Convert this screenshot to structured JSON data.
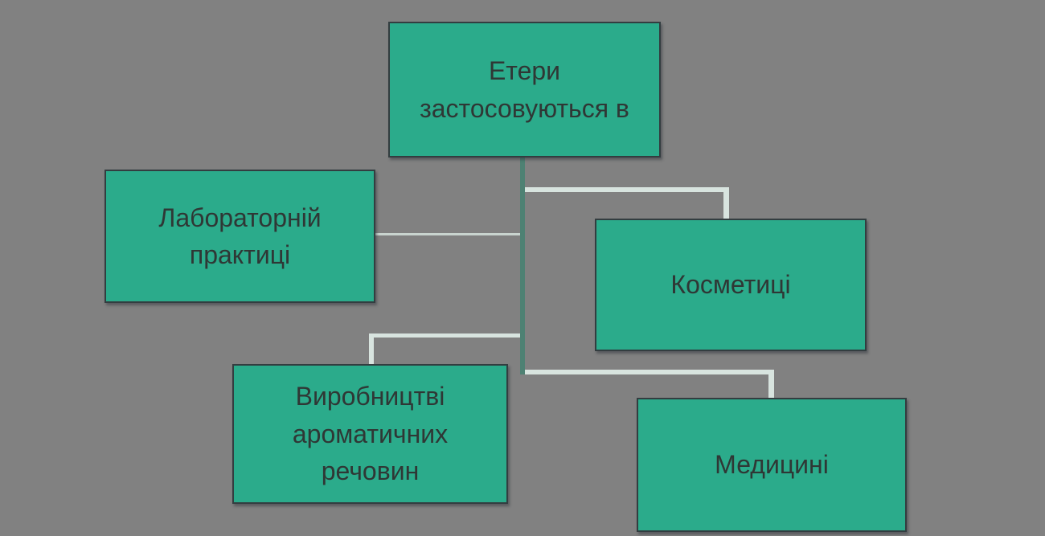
{
  "diagram": {
    "title": "Етери застосовуються в",
    "nodes": {
      "root": {
        "label": "Етери застосовуються в"
      },
      "lab": {
        "label": "Лабораторній практиці"
      },
      "cosmetics": {
        "label": "Косметиці"
      },
      "aromatic": {
        "label": "Виробництві ароматичних речовин"
      },
      "medicine": {
        "label": "Медицині"
      }
    }
  },
  "colors": {
    "background": "#818181",
    "box_fill": "#2bab8b",
    "box_border": "#333d40",
    "text": "#2f3735",
    "connector_dark": "#4e8173",
    "connector_light": "#d8e4df",
    "connector_thin": "#c9d4cf"
  }
}
